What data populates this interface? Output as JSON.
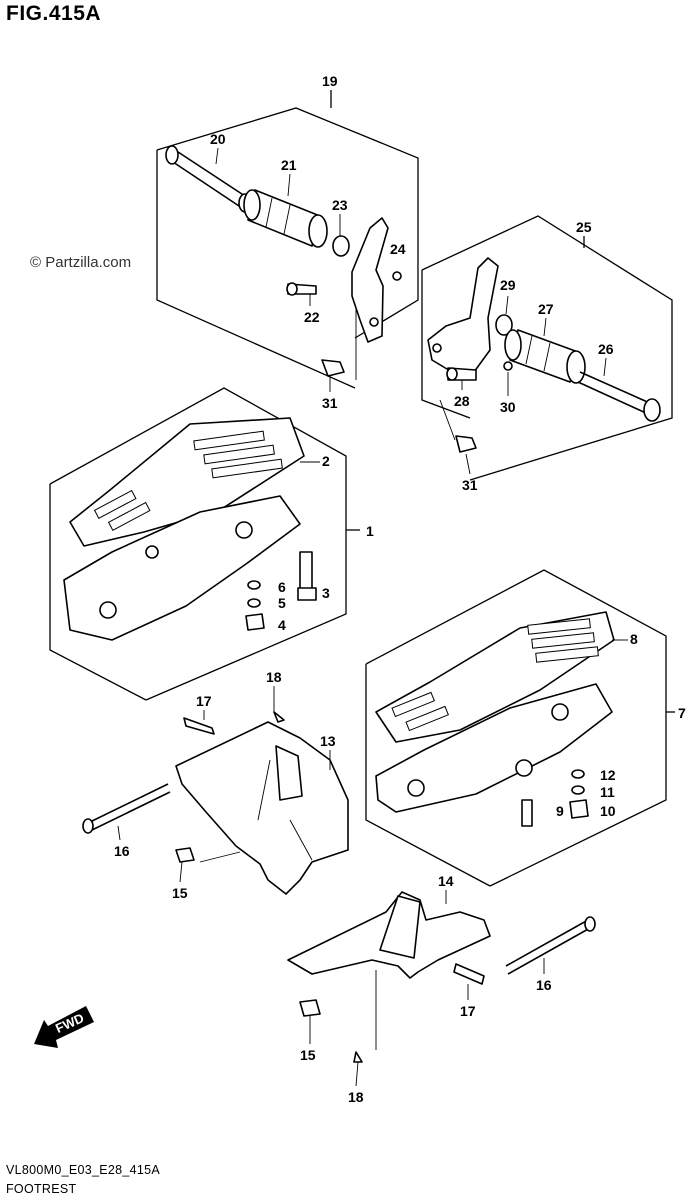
{
  "header": {
    "title": "FIG.415A"
  },
  "watermark": {
    "text": "© Partzilla.com"
  },
  "footer": {
    "code": "VL800M0_E03_E28_415A",
    "subtitle": "FOOTREST"
  },
  "fwd_label": "FWD",
  "callouts": [
    {
      "id": "19",
      "text": "19"
    },
    {
      "id": "20",
      "text": "20"
    },
    {
      "id": "21",
      "text": "21"
    },
    {
      "id": "23",
      "text": "23"
    },
    {
      "id": "24",
      "text": "24"
    },
    {
      "id": "22",
      "text": "22"
    },
    {
      "id": "31a",
      "text": "31"
    },
    {
      "id": "25",
      "text": "25"
    },
    {
      "id": "29",
      "text": "29"
    },
    {
      "id": "27",
      "text": "27"
    },
    {
      "id": "26",
      "text": "26"
    },
    {
      "id": "28",
      "text": "28"
    },
    {
      "id": "30",
      "text": "30"
    },
    {
      "id": "31b",
      "text": "31"
    },
    {
      "id": "2",
      "text": "2"
    },
    {
      "id": "1",
      "text": "1"
    },
    {
      "id": "6",
      "text": "6"
    },
    {
      "id": "5",
      "text": "5"
    },
    {
      "id": "3",
      "text": "3"
    },
    {
      "id": "4",
      "text": "4"
    },
    {
      "id": "8",
      "text": "8"
    },
    {
      "id": "7",
      "text": "7"
    },
    {
      "id": "12",
      "text": "12"
    },
    {
      "id": "11",
      "text": "11"
    },
    {
      "id": "9",
      "text": "9"
    },
    {
      "id": "10",
      "text": "10"
    },
    {
      "id": "18a",
      "text": "18"
    },
    {
      "id": "17a",
      "text": "17"
    },
    {
      "id": "13",
      "text": "13"
    },
    {
      "id": "16a",
      "text": "16"
    },
    {
      "id": "15a",
      "text": "15"
    },
    {
      "id": "14",
      "text": "14"
    },
    {
      "id": "16b",
      "text": "16"
    },
    {
      "id": "17b",
      "text": "17"
    },
    {
      "id": "15b",
      "text": "15"
    },
    {
      "id": "18b",
      "text": "18"
    }
  ]
}
